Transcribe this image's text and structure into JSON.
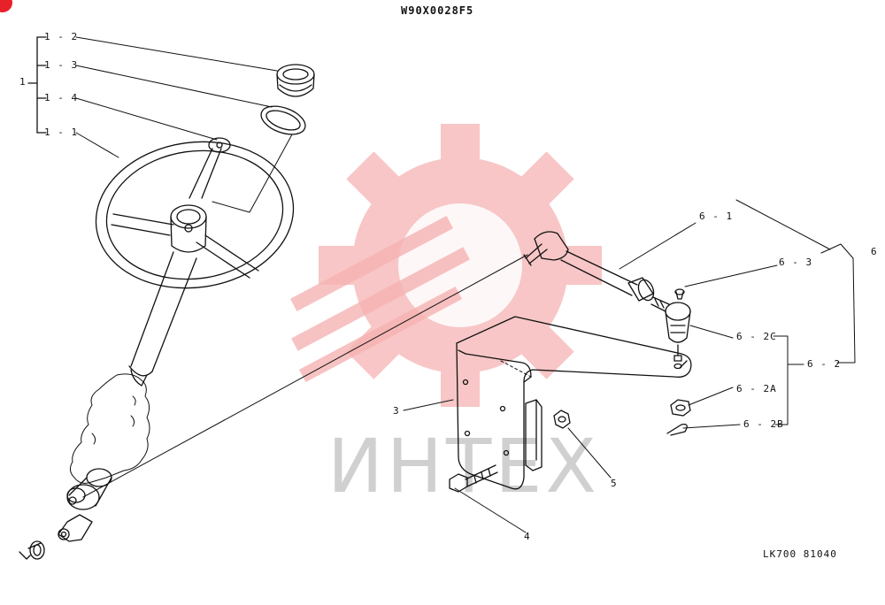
{
  "header": {
    "doc_code": "W90X0028F5",
    "ref_code": "LK700 81040"
  },
  "watermark": {
    "text": "ИНТЕХ",
    "color": "#f4a8a8"
  },
  "callouts": [
    {
      "id": "c1",
      "text": "1"
    },
    {
      "id": "c1_2",
      "text": "1 - 2"
    },
    {
      "id": "c1_3",
      "text": "1 - 3"
    },
    {
      "id": "c1_4",
      "text": "1 - 4"
    },
    {
      "id": "c1_1",
      "text": "1 - 1"
    },
    {
      "id": "c6_1",
      "text": "6 - 1"
    },
    {
      "id": "c6",
      "text": "6"
    },
    {
      "id": "c6_3",
      "text": "6 - 3"
    },
    {
      "id": "c6_2C",
      "text": "6 - 2C"
    },
    {
      "id": "c6_2",
      "text": "6 - 2"
    },
    {
      "id": "c6_2A",
      "text": "6 - 2A"
    },
    {
      "id": "c6_2B",
      "text": "6 - 2B"
    },
    {
      "id": "c3",
      "text": "3"
    },
    {
      "id": "c5",
      "text": "5"
    },
    {
      "id": "c4",
      "text": "4"
    }
  ]
}
